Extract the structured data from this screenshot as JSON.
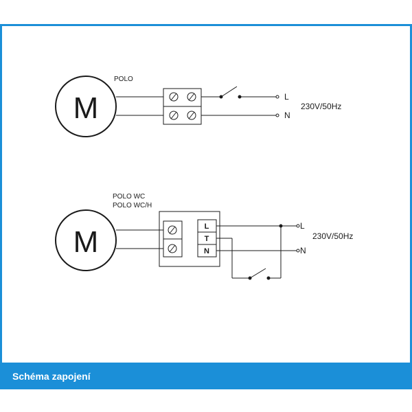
{
  "diagram1": {
    "model_label": "POLO",
    "motor_letter": "M",
    "line_label": "L",
    "neutral_label": "N",
    "voltage": "230V/50Hz"
  },
  "diagram2": {
    "model_label_1": "POLO WC",
    "model_label_2": "POLO WC/H",
    "motor_letter": "M",
    "terminal_l": "L",
    "terminal_t": "T",
    "terminal_n": "N",
    "line_label": "L",
    "neutral_label": "N",
    "voltage": "230V/50Hz"
  },
  "footer": {
    "title": "Schéma zapojení"
  },
  "colors": {
    "accent": "#1b8fd8",
    "ink": "#1a1a1a"
  }
}
